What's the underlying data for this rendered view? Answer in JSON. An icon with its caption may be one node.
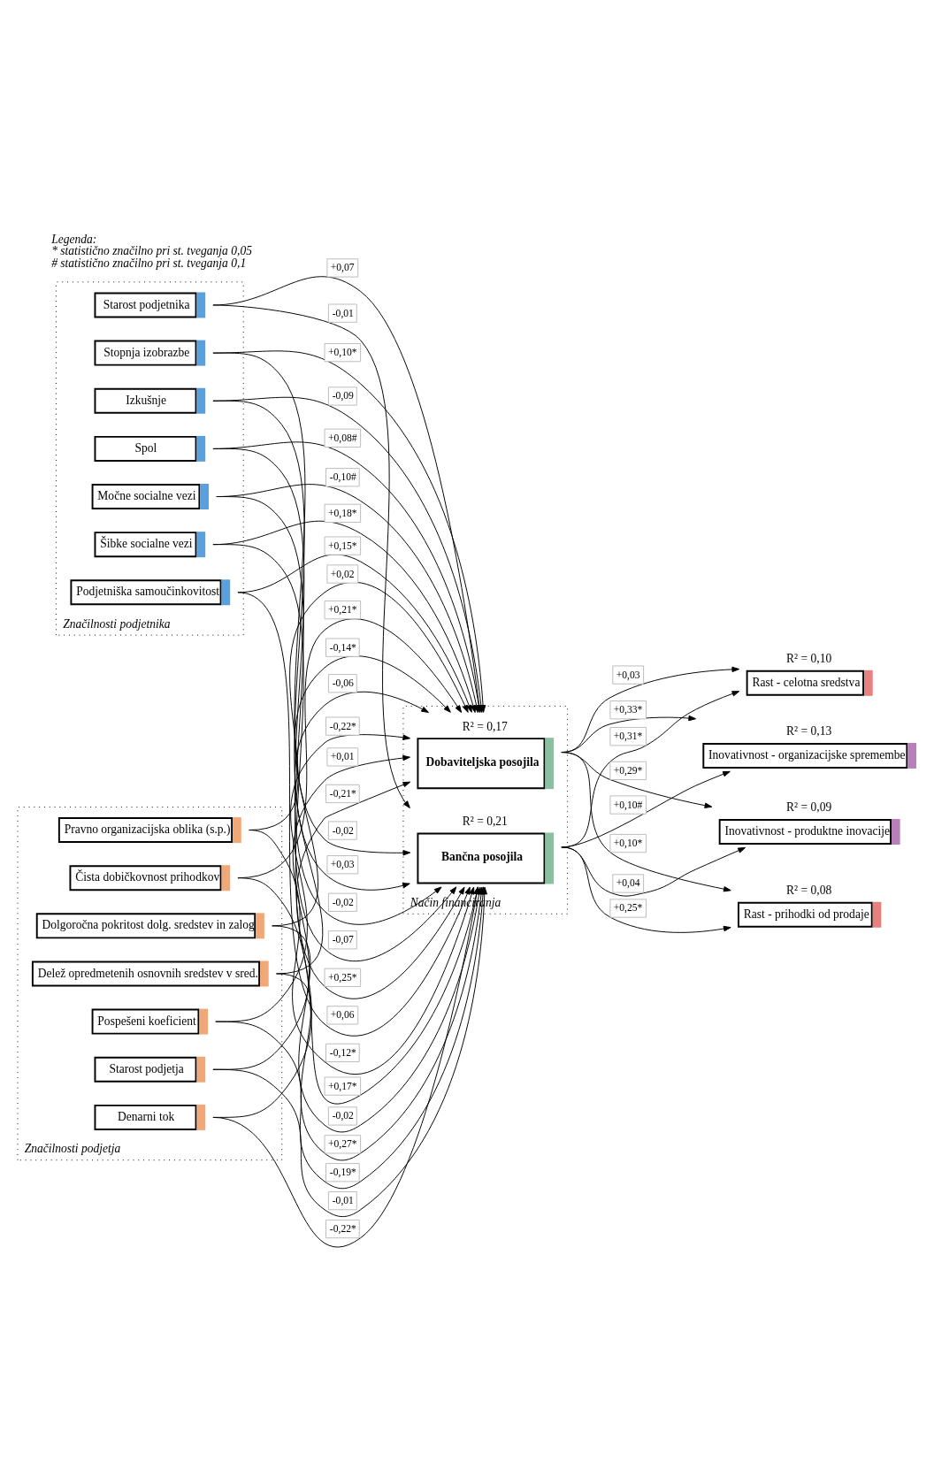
{
  "diagram": {
    "nodes": [
      {
        "text": [
          "Značilnosti podjetnika"
        ]
      },
      {
        "text": [
          "Starost podjetnika"
        ],
        "in": 0
      },
      {
        "text": [
          "Stopnja izobrazbe"
        ],
        "in": 0
      },
      {
        "text": [
          "Izkušnje"
        ],
        "in": 0
      },
      {
        "text": [
          "Spol"
        ],
        "in": 0
      },
      {
        "text": [
          "Močne socialne vezi"
        ],
        "in": 0
      },
      {
        "text": [
          "Šibke socialne vezi"
        ],
        "in": 0
      },
      {
        "text": [
          "Podjetniška samoučinkovitost"
        ],
        "in": 0
      },
      {
        "text": [
          "Značilnosti podjetja"
        ]
      },
      {
        "text": [
          "Pravno organizacijska oblika (s.p.)"
        ],
        "in": 8
      },
      {
        "text": [
          "Starost podjetja"
        ],
        "in": 8
      },
      {
        "text": [
          "Delež opredmetenih osnovnih sredstev v sred."
        ],
        "in": 8
      },
      {
        "text": [
          "Dolgoročna pokritost dolg. sredstev in zalog"
        ],
        "in": 8
      },
      {
        "text": [
          "Pospešeni koeficient"
        ],
        "in": 8
      },
      {
        "text": [
          "Čista dobičkovnost prihodkov"
        ],
        "in": 8
      },
      {
        "text": [
          "Denarni tok"
        ],
        "in": 8
      },
      {
        "text": [
          "Način financiranja"
        ]
      },
      {
        "text": [
          "Bančna posojila"
        ],
        "in": 16,
        "beside": [
          "R² = 0,21"
        ]
      },
      {
        "text": [
          "Dobaviteljska posojila"
        ],
        "in": 16,
        "beside": [
          "R² = 0,17"
        ]
      },
      {
        "text": [
          "Rast - celotna sredstva"
        ],
        "beside": [
          "R² = 0,10"
        ]
      },
      {
        "text": [
          "Rast - prihodki od prodaje"
        ],
        "beside": [
          "R² = 0,08"
        ]
      },
      {
        "text": [
          "Inovativnost - produktne inovacije"
        ],
        "beside": [
          "R² = 0,09"
        ]
      },
      {
        "text": [
          "Inovativnost - organizacijske spremembe"
        ],
        "beside": [
          "R² = 0,13"
        ]
      }
    ],
    "edges": [
      {
        "from": 1,
        "to": 17,
        "arrow": "to",
        "label": "-0,01"
      },
      {
        "from": 2,
        "to": 17,
        "arrow": "to",
        "label": "-0,02"
      },
      {
        "from": 3,
        "to": 17,
        "arrow": "to",
        "label": "+0,03"
      },
      {
        "from": 4,
        "to": 17,
        "arrow": "to",
        "label": "-0,02"
      },
      {
        "from": 5,
        "to": 17,
        "arrow": "to",
        "label": "-0,07"
      },
      {
        "from": 6,
        "to": 17,
        "arrow": "to",
        "label": "+0,25*"
      },
      {
        "from": 7,
        "to": 17,
        "arrow": "to",
        "label": "+0,06"
      },
      {
        "from": 1,
        "to": 18,
        "arrow": "to",
        "label": "+0,07"
      },
      {
        "from": 2,
        "to": 18,
        "arrow": "to",
        "label": "+0,10*"
      },
      {
        "from": 3,
        "to": 18,
        "arrow": "to",
        "label": "-0,09"
      },
      {
        "from": 4,
        "to": 18,
        "arrow": "to",
        "label": "+0,08#"
      },
      {
        "from": 5,
        "to": 18,
        "arrow": "to",
        "label": "-0,10#"
      },
      {
        "from": 6,
        "to": 18,
        "arrow": "to",
        "label": "+0,18*"
      },
      {
        "from": 7,
        "to": 18,
        "arrow": "to",
        "label": "+0,15*"
      },
      {
        "from": 9,
        "to": 17,
        "arrow": "to",
        "label": "-0,12*"
      },
      {
        "from": 10,
        "to": 17,
        "arrow": "to",
        "label": "-0,01"
      },
      {
        "from": 11,
        "to": 17,
        "arrow": "to",
        "label": "+0,27*"
      },
      {
        "from": 12,
        "to": 17,
        "arrow": "to",
        "label": "-0,02"
      },
      {
        "from": 13,
        "to": 17,
        "arrow": "to",
        "label": "-0,19*"
      },
      {
        "from": 14,
        "to": 17,
        "arrow": "to",
        "label": "+0,17*"
      },
      {
        "from": 15,
        "to": 17,
        "arrow": "to",
        "label": "-0,22*"
      },
      {
        "from": 9,
        "to": 18,
        "arrow": "to",
        "label": "+0,02"
      },
      {
        "from": 10,
        "to": 18,
        "arrow": "to",
        "label": "+0,01"
      },
      {
        "from": 11,
        "to": 18,
        "arrow": "to",
        "label": "-0,06"
      },
      {
        "from": 12,
        "to": 18,
        "arrow": "to",
        "label": "-0,14*"
      },
      {
        "from": 13,
        "to": 18,
        "arrow": "to",
        "label": "-0,22*"
      },
      {
        "from": 14,
        "to": 18,
        "arrow": "to",
        "label": "+0,21*"
      },
      {
        "from": 15,
        "to": 18,
        "arrow": "to",
        "label": "-0,21*"
      },
      {
        "from": 17,
        "to": 19,
        "arrow": "to",
        "label": "+0,31*"
      },
      {
        "from": 17,
        "to": 20,
        "arrow": "to",
        "label": "+0,25*"
      },
      {
        "from": 17,
        "to": 21,
        "arrow": "to",
        "label": "+0,04"
      },
      {
        "from": 17,
        "to": 22,
        "arrow": "to",
        "label": "+0,10#"
      },
      {
        "from": 18,
        "to": 19,
        "arrow": "to",
        "label": "+0,03"
      },
      {
        "from": 18,
        "to": 20,
        "arrow": "to",
        "label": "+0,10*"
      },
      {
        "from": 18,
        "to": 21,
        "arrow": "to",
        "label": "+0,29*"
      },
      {
        "from": 18,
        "to": 22,
        "arrow": "to",
        "label": "+0,33*"
      }
    ],
    "labels": [
      "Legenda:",
      "* statistično značilno pri st. tveganja 0,05",
      "# statistično značilno pri st. tveganja 0,1"
    ]
  }
}
